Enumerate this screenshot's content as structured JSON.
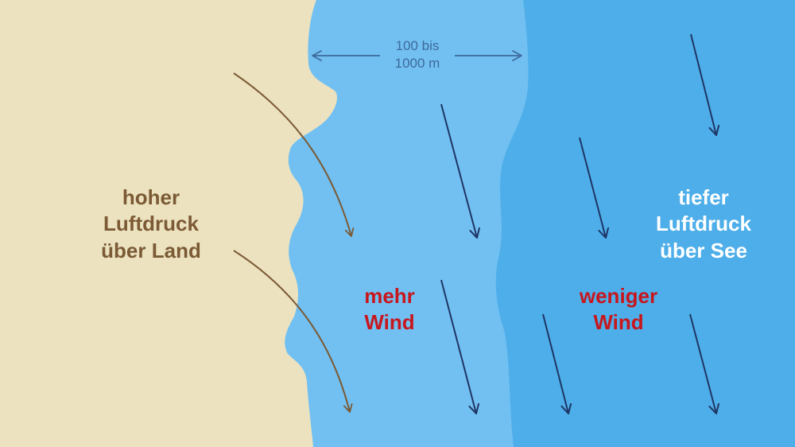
{
  "colors": {
    "land": "#ece2bf",
    "near_sea": "#71c0f1",
    "far_sea": "#4daee9",
    "land_wind_arrow": "#7b5a35",
    "sea_wind_arrow": "#1f3566",
    "measure_arrow": "#3e6a9b",
    "land_text": "#7b5a35",
    "wind_text": "#c8161d",
    "sea_text": "#ffffff",
    "measure_text": "#3e6a9b"
  },
  "labels": {
    "land": {
      "line1": "hoher",
      "line2": "Luftdruck",
      "line3": "über Land"
    },
    "sea": {
      "line1": "tiefer",
      "line2": "Luftdruck",
      "line3": "über See"
    },
    "more_wind": {
      "line1": "mehr",
      "line2": "Wind"
    },
    "less_wind": {
      "line1": "weniger",
      "line2": "Wind"
    },
    "zone_width": {
      "line1": "100 bis",
      "line2": "1000 m"
    }
  },
  "icons": {
    "land_wind": "curved-arrow-icon",
    "sea_wind": "arrow-down-right-icon",
    "zone_width": "double-arrow-horizontal-icon"
  }
}
